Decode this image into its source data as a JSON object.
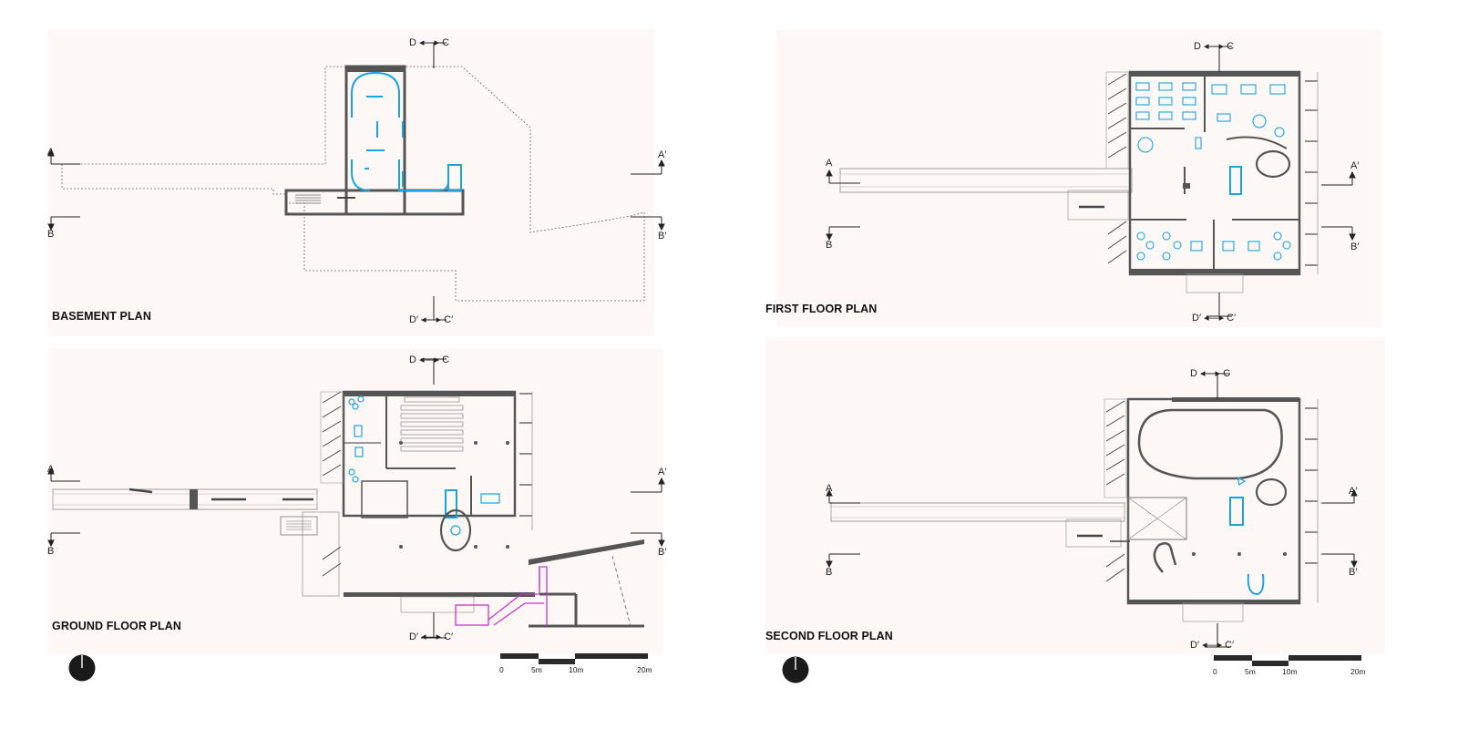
{
  "plans": {
    "basement": {
      "title": "BASEMENT PLAN"
    },
    "ground": {
      "title": "GROUND FLOOR PLAN"
    },
    "first": {
      "title": "FIRST FLOOR PLAN"
    },
    "second": {
      "title": "SECOND FLOOR PLAN"
    }
  },
  "section_markers": {
    "a": "A",
    "a_prime": "A′",
    "b": "B",
    "b_prime": "B′",
    "dc": "D ◂—▸ C",
    "dc_prime": "D′ ◂—▸ C′"
  },
  "scale_bar": {
    "labels": [
      "0",
      "5m",
      "10m",
      "20m"
    ]
  },
  "colors": {
    "wall": "#555555",
    "fixture": "#1aa3dd",
    "circulation": "#cc33cc",
    "panel": "#fdf8f6",
    "dotted": "#666666"
  },
  "icons": [
    "north-arrow-icon",
    "hatch-icon",
    "staircase-icon",
    "section-arrow-icon"
  ]
}
